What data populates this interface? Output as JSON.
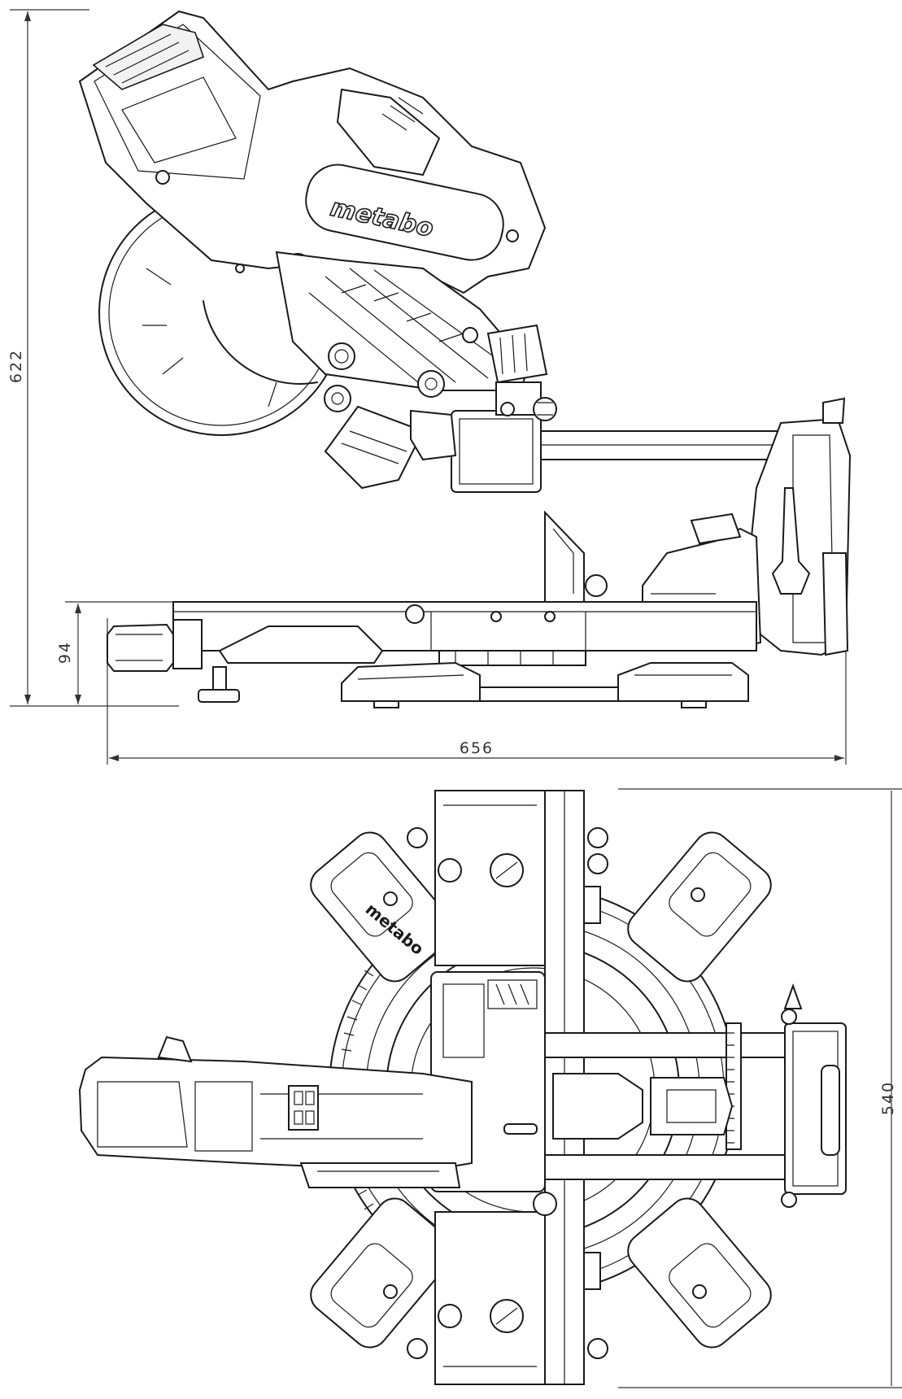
{
  "brand": {
    "logo_text": "metabo"
  },
  "dimensions": {
    "height_total": "622",
    "height_base": "94",
    "length": "656",
    "width_top_view": "540"
  }
}
